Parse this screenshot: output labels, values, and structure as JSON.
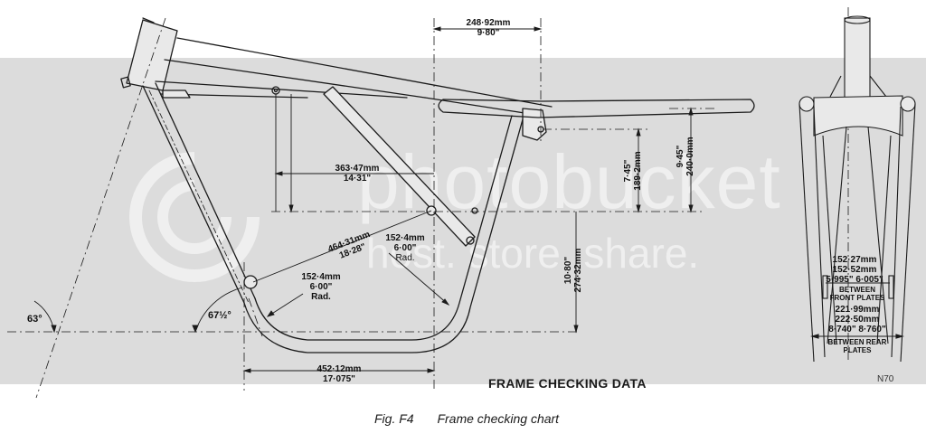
{
  "figure": {
    "chart_title": "FRAME CHECKING DATA",
    "drawing_ref": "N70",
    "caption_number": "Fig. F4",
    "caption_text": "Frame checking chart"
  },
  "watermark": {
    "line1": "photobucket",
    "line2": "host. store. share."
  },
  "side_view": {
    "dimensions": {
      "top_width": {
        "metric": "248·92mm",
        "imperial": "9·80\""
      },
      "horizontal_mid": {
        "metric": "363·47mm",
        "imperial": "14·31\""
      },
      "rear_height_upper": {
        "imperial": "7·45\"",
        "metric": "189·2mm"
      },
      "rear_height_outer": {
        "imperial": "9·45\"",
        "metric": "240·0mm"
      },
      "swing_arm_pivot_height": {
        "imperial": "10·80\"",
        "metric": "274·32mm"
      },
      "diagonal": {
        "metric": "464·31mm",
        "imperial": "18·28\""
      },
      "radius_rear": {
        "metric": "152·4mm",
        "imperial": "6·00\"",
        "note": "Rad."
      },
      "radius_front": {
        "metric": "152·4mm",
        "imperial": "6·00\"",
        "note": "Rad."
      },
      "base_length": {
        "metric": "452·12mm",
        "imperial": "17·075\""
      }
    },
    "angles": {
      "head_angle": "63°",
      "downtube_angle": "67½°"
    }
  },
  "front_view": {
    "front_plates": {
      "metric_min": "152·27mm",
      "metric_max": "152·52mm",
      "imperial": "5·995\" 6·005\"",
      "label": "BETWEEN FRONT PLATES"
    },
    "rear_plates": {
      "metric_min": "221·99mm",
      "metric_max": "222·50mm",
      "imperial": "8·740\" 8·760\"",
      "label_line1": "BETWEEN REAR",
      "label_line2": "PLATES"
    }
  }
}
